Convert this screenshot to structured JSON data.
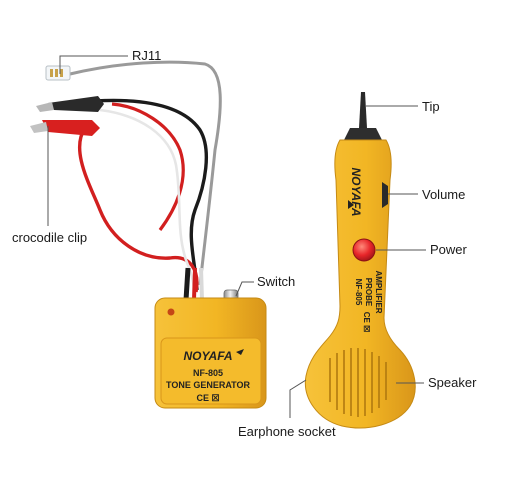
{
  "labels": {
    "rj11": "RJ11",
    "crocodile_clip": "crocodile clip",
    "switch": "Switch",
    "tip": "Tip",
    "volume": "Volume",
    "power": "Power",
    "speaker": "Speaker",
    "earphone_socket": "Earphone socket"
  },
  "generator": {
    "brand": "NOYAFA",
    "model": "NF-805",
    "name": "TONE GENERATOR",
    "marks": "CE ☒"
  },
  "probe": {
    "brand": "NOYAFA",
    "text1": "AMPLIFIER",
    "text2": "PROBE",
    "model": "NF-805",
    "marks": "CE ☒"
  },
  "colors": {
    "body": "#f2b624",
    "body_dark": "#d9961a",
    "power_button": "#e8262a",
    "red_wire": "#d21f1f",
    "black_wire": "#1b1b1b",
    "leader_line": "#555555"
  }
}
